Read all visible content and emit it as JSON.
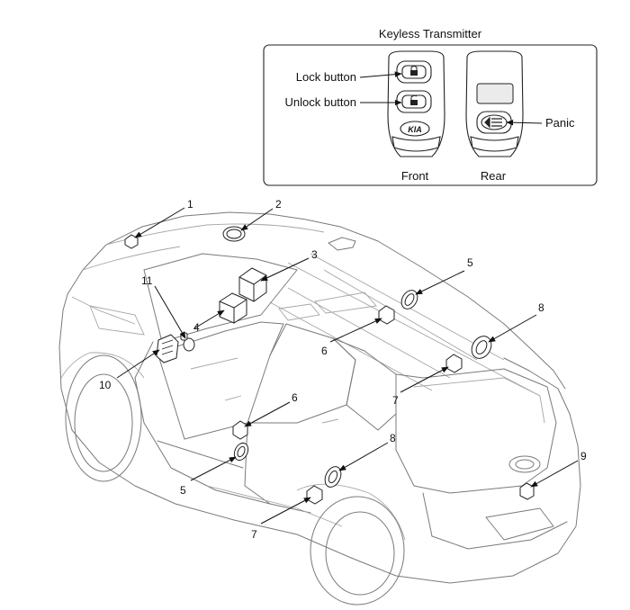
{
  "inset": {
    "title": "Keyless Transmitter",
    "front_label": "Front",
    "rear_label": "Rear",
    "callouts": {
      "lock": "Lock button",
      "unlock": "Unlock button",
      "panic": "Panic"
    },
    "logo_text": "KIA"
  },
  "parts": [
    {
      "id": "p1",
      "number": "1"
    },
    {
      "id": "p2",
      "number": "2"
    },
    {
      "id": "p3",
      "number": "3"
    },
    {
      "id": "p4",
      "number": "4"
    },
    {
      "id": "p5a",
      "number": "5"
    },
    {
      "id": "p5b",
      "number": "5"
    },
    {
      "id": "p6a",
      "number": "6"
    },
    {
      "id": "p6b",
      "number": "6"
    },
    {
      "id": "p7a",
      "number": "7"
    },
    {
      "id": "p7b",
      "number": "7"
    },
    {
      "id": "p8a",
      "number": "8"
    },
    {
      "id": "p8b",
      "number": "8"
    },
    {
      "id": "p9",
      "number": "9"
    },
    {
      "id": "p10",
      "number": "10"
    },
    {
      "id": "p11",
      "number": "11"
    }
  ]
}
